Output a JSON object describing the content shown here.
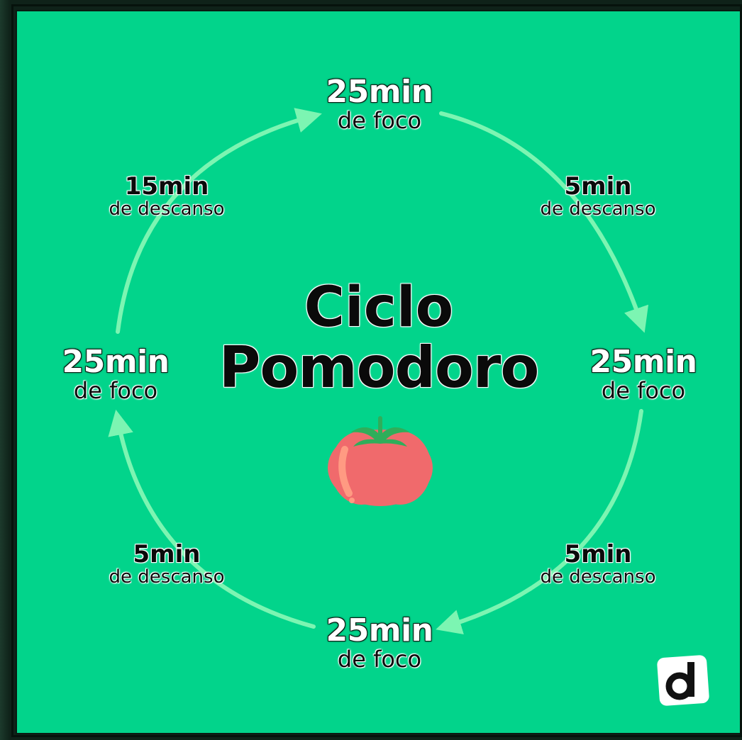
{
  "diagram": {
    "title_line1": "Ciclo",
    "title_line2": "Pomodoro",
    "steps": [
      {
        "kind": "focus",
        "time": "25min",
        "desc": "de foco"
      },
      {
        "kind": "rest",
        "time": "5min",
        "desc": "de descanso"
      },
      {
        "kind": "focus",
        "time": "25min",
        "desc": "de foco"
      },
      {
        "kind": "rest",
        "time": "5min",
        "desc": "de descanso"
      },
      {
        "kind": "focus",
        "time": "25min",
        "desc": "de foco"
      },
      {
        "kind": "rest",
        "time": "5min",
        "desc": "de descanso"
      },
      {
        "kind": "focus",
        "time": "25min",
        "desc": "de foco"
      },
      {
        "kind": "rest",
        "time": "15min",
        "desc": "de descanso"
      }
    ],
    "icons": [
      "tomato-icon",
      "logo-d-icon",
      "arrow-icon"
    ],
    "colors": {
      "background": "#02d48b",
      "arrow": "#7cf5b2",
      "tomato": "#f06a6c",
      "tomato_leaf": "#2fae5a"
    }
  }
}
